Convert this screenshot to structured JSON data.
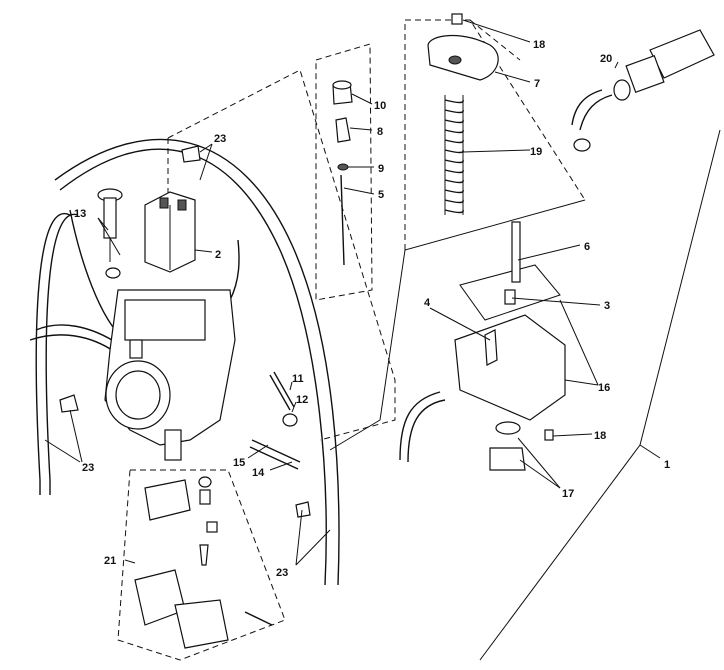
{
  "labels": {
    "l1": "1",
    "l2": "2",
    "l3": "3",
    "l4": "4",
    "l5": "5",
    "l6": "6",
    "l7": "7",
    "l8": "8",
    "l9": "9",
    "l10": "10",
    "l11": "11",
    "l12": "12",
    "l13": "13",
    "l14": "14",
    "l15": "15",
    "l16": "16",
    "l17": "17",
    "l18a": "18",
    "l18b": "18",
    "l19": "19",
    "l20": "20",
    "l21": "21",
    "l23a": "23",
    "l23b": "23",
    "l23c": "23"
  }
}
